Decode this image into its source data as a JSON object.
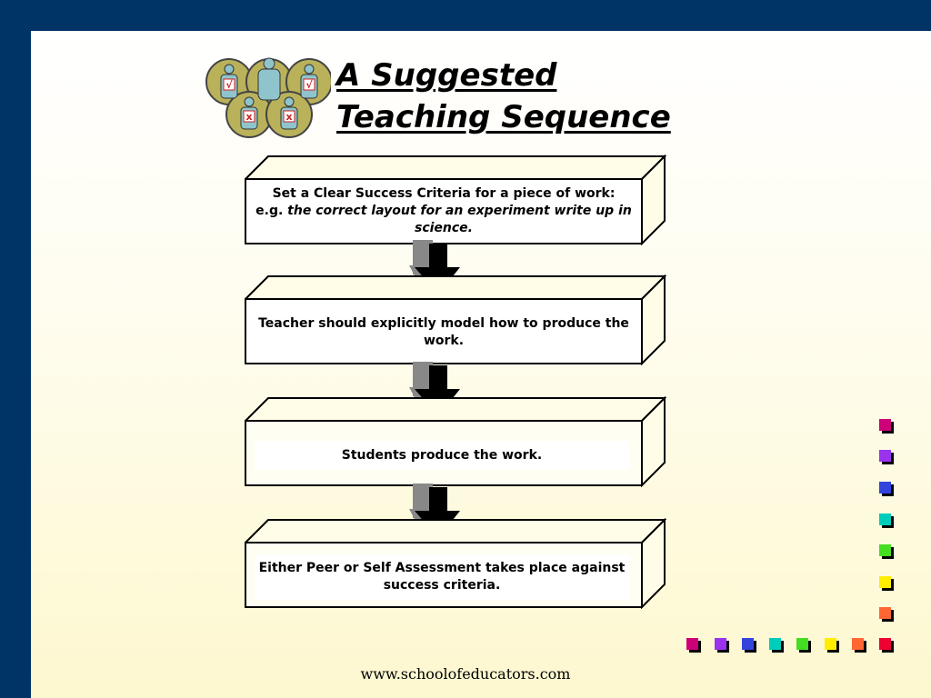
{
  "slide": {
    "title_line1": "A Suggested",
    "title_line2": "Teaching Sequence",
    "footer": "www.schoolofeducators.com"
  },
  "title_graphic": {
    "icon": "assessment-people-icon",
    "marks": [
      "√",
      "√",
      "x",
      "x"
    ]
  },
  "steps": [
    {
      "text": "Set a Clear Success Criteria for a piece of work:",
      "prefix": "e.g. ",
      "example": "the correct layout for an experiment write up in science."
    },
    {
      "text": "Teacher should explicitly model how to produce the work."
    },
    {
      "text": "Students produce the work."
    },
    {
      "text": "Either Peer or Self Assessment takes place against success criteria."
    }
  ],
  "connectors": {
    "icon": "down-arrow-icon",
    "count": 3
  },
  "decor_colors": [
    "#cc0077",
    "#9933ee",
    "#3344dd",
    "#00ccbb",
    "#44dd22",
    "#ffee00",
    "#ff6633",
    "#ee0033"
  ]
}
